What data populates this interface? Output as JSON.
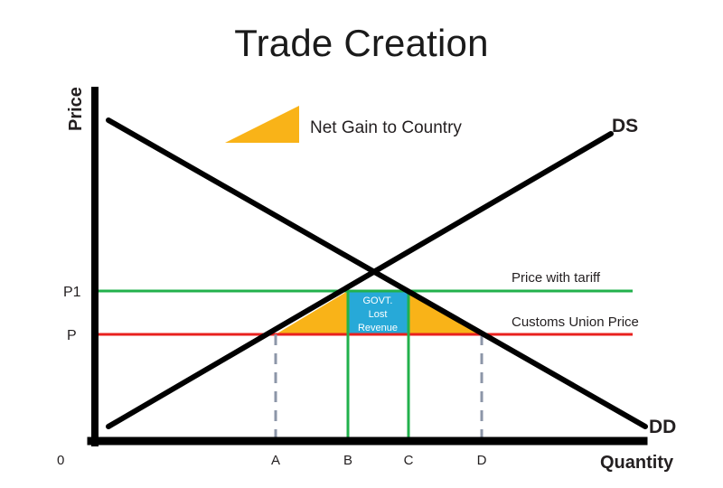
{
  "title": "Trade Creation",
  "legend": {
    "swatch_color": "#f9b318",
    "label": "Net Gain to Country"
  },
  "axes": {
    "y_label": "Price",
    "x_label": "Quantity",
    "origin_label": "0",
    "axis_color": "#000000"
  },
  "price_levels": [
    {
      "id": "p1",
      "label": "P1",
      "color": "#22b14c",
      "line_label": "Price with tariff"
    },
    {
      "id": "p",
      "label": "P",
      "color": "#e8201e",
      "line_label": "Customs Union Price"
    }
  ],
  "curves": [
    {
      "id": "demand",
      "label": "DD",
      "color": "#000000"
    },
    {
      "id": "supply",
      "label": "DS",
      "color": "#000000"
    }
  ],
  "quantity_ticks": [
    {
      "label": "A",
      "marker": "dashed",
      "color": "#8c96a8"
    },
    {
      "label": "B",
      "marker": "solid",
      "color": "#22b14c"
    },
    {
      "label": "C",
      "marker": "solid",
      "color": "#22b14c"
    },
    {
      "label": "D",
      "marker": "dashed",
      "color": "#8c96a8"
    }
  ],
  "shaded_regions": [
    {
      "id": "gain-left",
      "type": "triangle",
      "color": "#f9b318",
      "spans": "A to B"
    },
    {
      "id": "gain-right",
      "type": "triangle",
      "color": "#f9b318",
      "spans": "C to D"
    }
  ],
  "revenue_box": {
    "color": "#27a9d8",
    "line1": "GOVT.",
    "line2": "Lost",
    "line3": "Revenue",
    "spans": "B to C"
  },
  "chart_data": {
    "type": "line",
    "title": "Trade Creation",
    "xlabel": "Quantity",
    "ylabel": "Price",
    "grid": false,
    "legend_position": "top-center",
    "xlim": [
      0,
      100
    ],
    "ylim": [
      0,
      100
    ],
    "x_tick_labels": [
      "0",
      "A",
      "B",
      "C",
      "D"
    ],
    "x_tick_values": [
      0,
      33,
      47,
      58,
      72
    ],
    "y_tick_labels": [
      "P",
      "P1"
    ],
    "y_tick_values": [
      31,
      44
    ],
    "series": [
      {
        "name": "DD",
        "type": "line",
        "comment": "Domestic demand curve, downward sloping",
        "x": [
          3,
          100
        ],
        "y": [
          92,
          4
        ]
      },
      {
        "name": "DS",
        "type": "line",
        "comment": "Domestic supply curve, upward sloping",
        "x": [
          3,
          96
        ],
        "y": [
          4,
          88
        ]
      },
      {
        "name": "Price with tariff",
        "type": "hline",
        "comment": "Green horizontal line at P1",
        "y": 44,
        "x": [
          0,
          100
        ],
        "color": "#22b14c"
      },
      {
        "name": "Customs Union Price",
        "type": "hline",
        "comment": "Red horizontal line at P",
        "y": 31,
        "x": [
          0,
          100
        ],
        "color": "#e8201e"
      }
    ],
    "annotations": [
      {
        "text": "Net Gain to Country",
        "x": 48,
        "y": 88
      },
      {
        "text": "GOVT. Lost Revenue",
        "x": 52,
        "y": 38
      },
      {
        "text": "Price with tariff",
        "x": 84,
        "y": 48
      },
      {
        "text": "Customs Union Price",
        "x": 84,
        "y": 35
      },
      {
        "text": "DS",
        "x": 97,
        "y": 89
      },
      {
        "text": "DD",
        "x": 97,
        "y": 5
      }
    ],
    "equilibrium": {
      "x": 52,
      "y": 55,
      "comment": "Intersection of DD and DS"
    }
  }
}
